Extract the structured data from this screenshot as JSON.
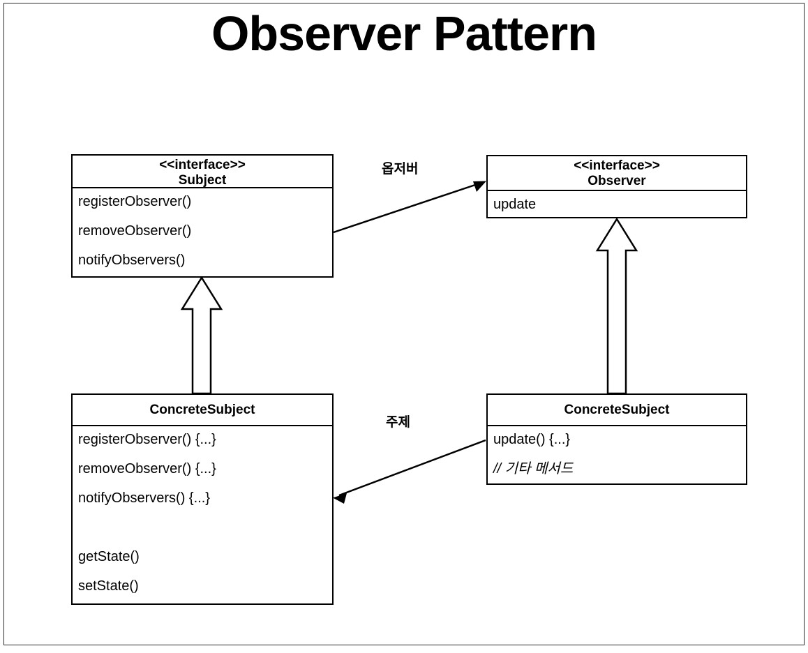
{
  "slide": {
    "title": "Observer Pattern",
    "background_color": "#ffffff",
    "border_color": "#2b2b2b",
    "line_color": "#000000"
  },
  "classes": {
    "subject": {
      "stereotype": "<<interface>>",
      "name": "Subject",
      "members": [
        "registerObserver()",
        "removeObserver()",
        "notifyObservers()"
      ]
    },
    "observer": {
      "stereotype": "<<interface>>",
      "name": "Observer",
      "members": [
        "update"
      ]
    },
    "concrete_subject": {
      "stereotype": "",
      "name": "ConcreteSubject",
      "members": [
        "registerObserver() {...}",
        "removeObserver() {...}",
        "notifyObservers() {...}",
        "",
        "getState()",
        "setState()"
      ]
    },
    "concrete_observer": {
      "stereotype": "",
      "name": "ConcreteSubject",
      "members": [
        "update() {...}",
        "// 기타 메서드"
      ]
    }
  },
  "edges": {
    "subject_to_observer": {
      "label": "옵저버",
      "type": "association-open-arrow",
      "from": "subject",
      "to": "observer"
    },
    "concrete_observer_to_concrete_subject": {
      "label": "주제",
      "type": "association-solid-arrow",
      "from": "concrete_observer",
      "to": "concrete_subject"
    },
    "concrete_subject_generalization": {
      "label": "",
      "type": "generalization-hollow-arrow",
      "from": "concrete_subject",
      "to": "subject"
    },
    "concrete_observer_generalization": {
      "label": "",
      "type": "generalization-hollow-arrow",
      "from": "concrete_observer",
      "to": "observer"
    }
  }
}
